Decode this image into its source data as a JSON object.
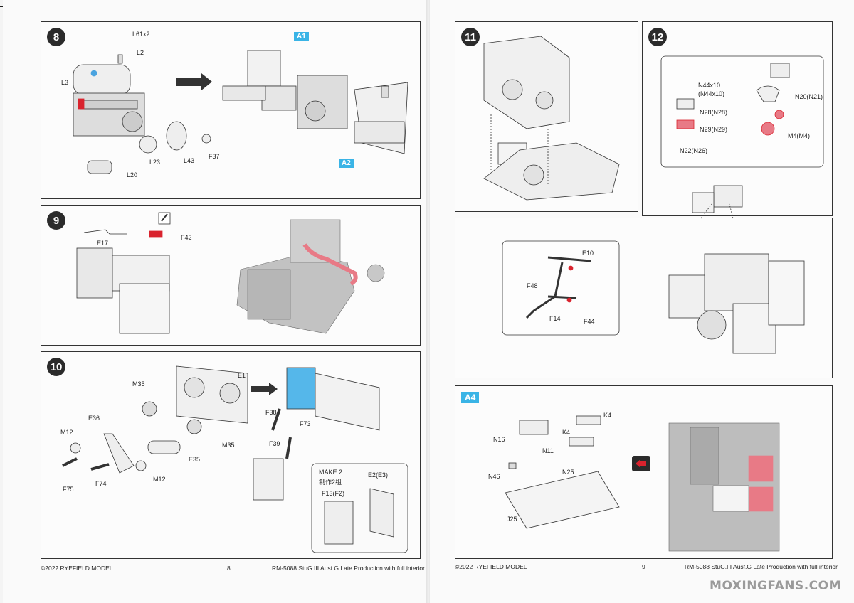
{
  "left_page": {
    "step8": {
      "number": "8",
      "labels": {
        "l61": "L61x2",
        "l2": "L2",
        "l3": "L3",
        "l23": "L23",
        "l43": "L43",
        "f37": "F37",
        "l20": "L20"
      },
      "tags": {
        "a1": "A1",
        "a2": "A2"
      }
    },
    "step9": {
      "number": "9",
      "labels": {
        "e17": "E17",
        "f42": "F42"
      }
    },
    "step10": {
      "number": "10",
      "labels": {
        "m35a": "M35",
        "e1": "E1",
        "e36": "E36",
        "m12a": "M12",
        "m35b": "M35",
        "e35": "E35",
        "m12b": "M12",
        "f75": "F75",
        "f74": "F74",
        "f38": "F38",
        "f73": "F73",
        "f39": "F39"
      },
      "inset": {
        "make": "MAKE 2",
        "make_cn": "制作2组",
        "e2": "E2(E3)",
        "f13": "F13(F2)"
      }
    },
    "footer": {
      "copyright": "©2022 RYEFIELD MODEL",
      "page": "8",
      "product": "RM-5088 StuG.III Ausf.G Late Production with full interior"
    }
  },
  "right_page": {
    "step11": {
      "number": "11"
    },
    "step12": {
      "number": "12",
      "labels": {
        "n44": "N44x10",
        "n44b": "(N44x10)",
        "n28": "N28(N28)",
        "n29": "N29(N29)",
        "n22": "N22(N26)",
        "n20": "N20(N21)",
        "m4": "M4(M4)",
        "e10": "E10",
        "f48": "F48",
        "f14": "F14",
        "f44": "F44"
      }
    },
    "a4": {
      "tag": "A4",
      "labels": {
        "k4a": "K4",
        "k4b": "K4",
        "n16": "N16",
        "n11": "N11",
        "n46": "N46",
        "n25": "N25",
        "j25": "J25"
      }
    },
    "footer": {
      "copyright": "©2022 RYEFIELD MODEL",
      "page": "9",
      "product": "RM-5088 StuG.III Ausf.G Late Production with full interior"
    }
  },
  "watermark": "MOXINGFANS.COM",
  "colors": {
    "accent_blue": "#3ab4e6",
    "highlight_pink": "#e87a86",
    "marker_red": "#d9232e",
    "part_gray": "#b9b9b9"
  }
}
